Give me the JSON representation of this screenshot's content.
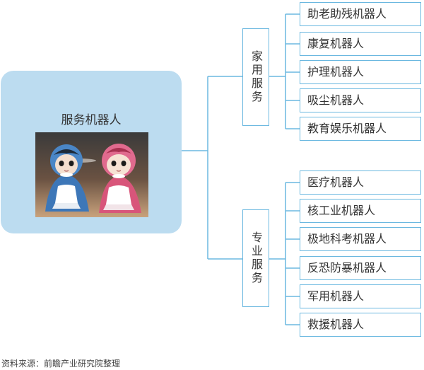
{
  "root": {
    "title": "服务机器人"
  },
  "categories": [
    {
      "label": "家用服务",
      "items": [
        "助老助残机器人",
        "康复机器人",
        "护理机器人",
        "吸尘机器人",
        "教育娱乐机器人"
      ]
    },
    {
      "label": "专业服务",
      "items": [
        "医疗机器人",
        "核工业机器人",
        "极地科考机器人",
        "反恐防暴机器人",
        "军用机器人",
        "救援机器人"
      ]
    }
  ],
  "source": "资料来源：前瞻产业研究院整理",
  "colors": {
    "line": "#6bb8e0",
    "root_fill": "#bcdcf0"
  }
}
